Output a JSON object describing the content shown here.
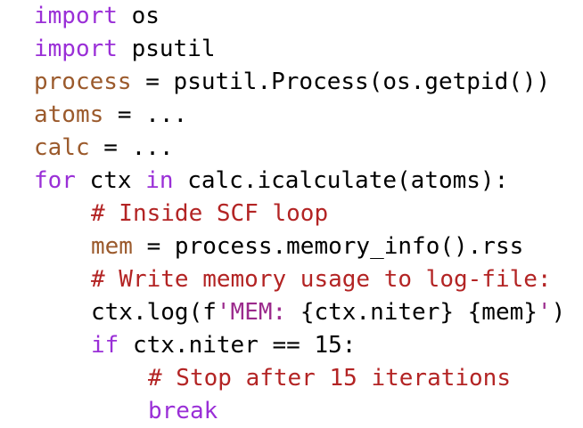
{
  "editor": {
    "lines": [
      {
        "kw": "import",
        "rest": " os"
      },
      {
        "kw": "import",
        "rest": " psutil"
      },
      {
        "var": "process",
        "rest": " = psutil.Process(os.getpid())"
      },
      {
        "var": "atoms",
        "rest": " = ..."
      },
      {
        "var": "calc",
        "rest": " = ..."
      },
      {
        "kw": "for",
        "mid": " ctx ",
        "kw2": "in",
        "rest": " calc.icalculate(atoms):"
      },
      {
        "comment": "# Inside SCF loop"
      },
      {
        "var": "mem",
        "rest": " = process.memory_info().rss"
      },
      {
        "comment": "# Write memory usage to log-file:"
      },
      {
        "pre": "ctx.log(f",
        "str": "'MEM: ",
        "mid": "{ctx.niter} {mem}",
        "str2": "'",
        "post": ")"
      },
      {
        "kw": "if",
        "rest": " ctx.niter == 15:"
      },
      {
        "comment": "# Stop after 15 iterations"
      },
      {
        "kw": "break"
      }
    ]
  }
}
